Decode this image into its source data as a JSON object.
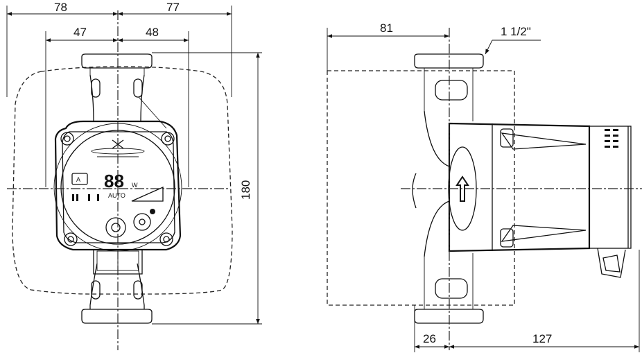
{
  "dimensions": {
    "front_left_outer": "78",
    "front_right_outer": "77",
    "front_left_inner": "47",
    "front_right_inner": "48",
    "front_height": "180",
    "side_width": "81",
    "thread_size": "1 1/2\"",
    "side_offset": "26",
    "side_length": "127"
  },
  "front_panel": {
    "display_value": "88",
    "display_unit": "W",
    "mode_badge": "A",
    "mode_text": "AUTO"
  }
}
